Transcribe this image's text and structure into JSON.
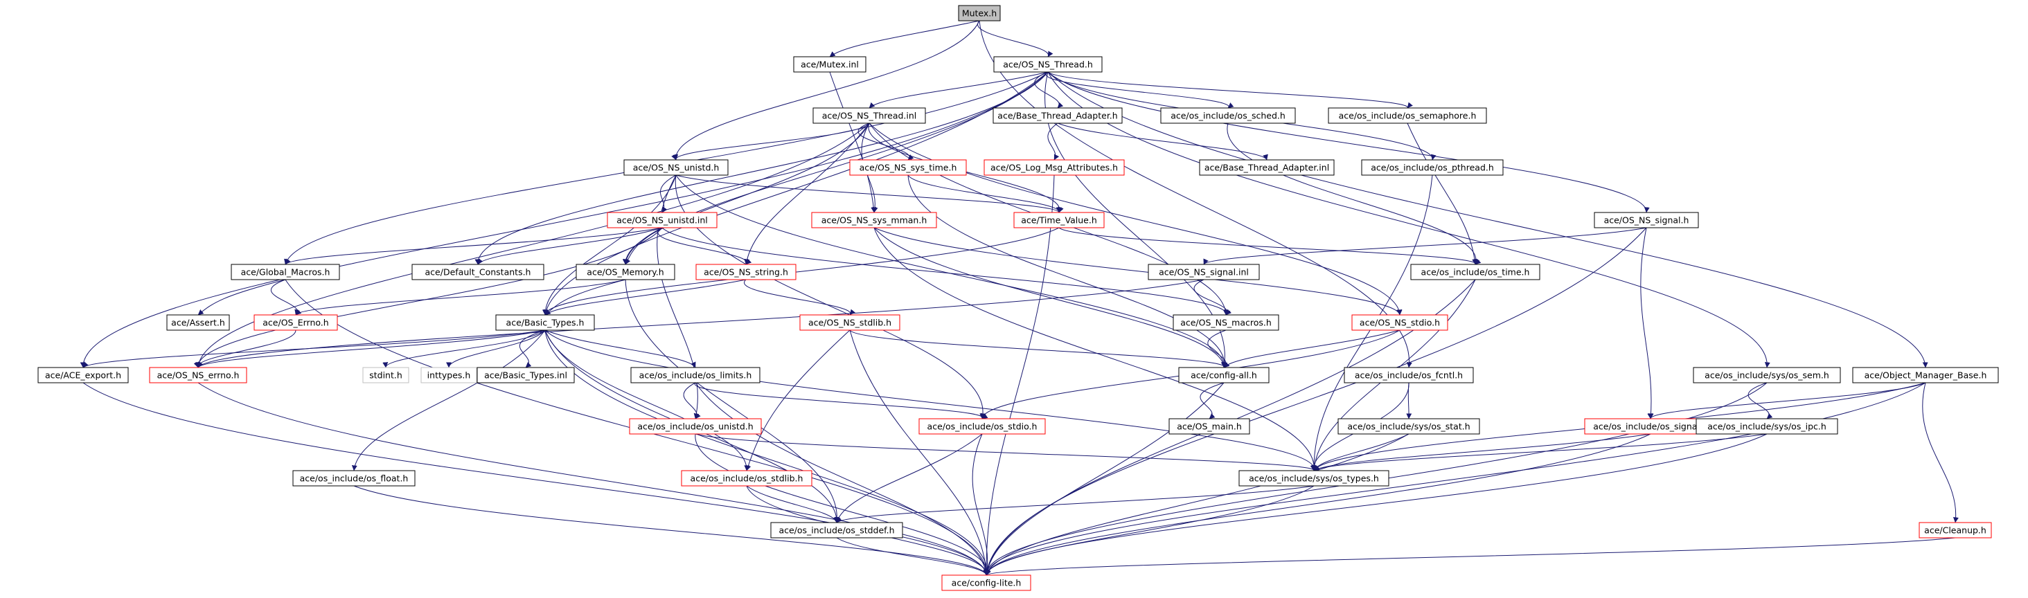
{
  "graph": {
    "nodes": [
      {
        "id": "mutex_h",
        "label": "Mutex.h",
        "style": "root"
      },
      {
        "id": "mutex_inl",
        "label": "ace/Mutex.inl",
        "style": "black"
      },
      {
        "id": "os_ns_thread_h",
        "label": "ace/OS_NS_Thread.h",
        "style": "black"
      },
      {
        "id": "os_ns_thread_inl",
        "label": "ace/OS_NS_Thread.inl",
        "style": "black"
      },
      {
        "id": "base_thread_adapter_h",
        "label": "ace/Base_Thread_Adapter.h",
        "style": "black"
      },
      {
        "id": "os_sched_h",
        "label": "ace/os_include/os_sched.h",
        "style": "black"
      },
      {
        "id": "os_semaphore_h",
        "label": "ace/os_include/os_semaphore.h",
        "style": "black"
      },
      {
        "id": "os_ns_unistd_h",
        "label": "ace/OS_NS_unistd.h",
        "style": "black"
      },
      {
        "id": "os_ns_sys_time_h",
        "label": "ace/OS_NS_sys_time.h",
        "style": "red"
      },
      {
        "id": "os_log_msg_attr_h",
        "label": "ace/OS_Log_Msg_Attributes.h",
        "style": "red"
      },
      {
        "id": "base_thread_adapter_inl",
        "label": "ace/Base_Thread_Adapter.inl",
        "style": "black"
      },
      {
        "id": "os_pthread_h",
        "label": "ace/os_include/os_pthread.h",
        "style": "black"
      },
      {
        "id": "os_ns_unistd_inl",
        "label": "ace/OS_NS_unistd.inl",
        "style": "red"
      },
      {
        "id": "os_ns_sys_mman_h",
        "label": "ace/OS_NS_sys_mman.h",
        "style": "red"
      },
      {
        "id": "time_value_h",
        "label": "ace/Time_Value.h",
        "style": "red"
      },
      {
        "id": "os_ns_signal_h",
        "label": "ace/OS_NS_signal.h",
        "style": "black"
      },
      {
        "id": "global_macros_h",
        "label": "ace/Global_Macros.h",
        "style": "black"
      },
      {
        "id": "default_constants_h",
        "label": "ace/Default_Constants.h",
        "style": "black"
      },
      {
        "id": "os_memory_h",
        "label": "ace/OS_Memory.h",
        "style": "black"
      },
      {
        "id": "os_ns_string_h",
        "label": "ace/OS_NS_string.h",
        "style": "red"
      },
      {
        "id": "os_ns_signal_inl",
        "label": "ace/OS_NS_signal.inl",
        "style": "black"
      },
      {
        "id": "os_time_h",
        "label": "ace/os_include/os_time.h",
        "style": "black"
      },
      {
        "id": "assert_h",
        "label": "ace/Assert.h",
        "style": "black"
      },
      {
        "id": "os_errno_h",
        "label": "ace/OS_Errno.h",
        "style": "red"
      },
      {
        "id": "basic_types_h",
        "label": "ace/Basic_Types.h",
        "style": "black"
      },
      {
        "id": "os_ns_stdlib_h",
        "label": "ace/OS_NS_stdlib.h",
        "style": "red"
      },
      {
        "id": "os_ns_macros_h",
        "label": "ace/OS_NS_macros.h",
        "style": "black"
      },
      {
        "id": "os_ns_stdio_h",
        "label": "ace/OS_NS_stdio.h",
        "style": "red"
      },
      {
        "id": "ace_export_h",
        "label": "ace/ACE_export.h",
        "style": "black"
      },
      {
        "id": "os_ns_errno_h",
        "label": "ace/OS_NS_errno.h",
        "style": "red"
      },
      {
        "id": "stdint_h",
        "label": "stdint.h",
        "style": "grey"
      },
      {
        "id": "inttypes_h",
        "label": "inttypes.h",
        "style": "grey"
      },
      {
        "id": "basic_types_inl",
        "label": "ace/Basic_Types.inl",
        "style": "black"
      },
      {
        "id": "os_limits_h",
        "label": "ace/os_include/os_limits.h",
        "style": "black"
      },
      {
        "id": "config_all_h",
        "label": "ace/config-all.h",
        "style": "black"
      },
      {
        "id": "os_fcntl_h",
        "label": "ace/os_include/os_fcntl.h",
        "style": "black"
      },
      {
        "id": "sys_os_sem_h",
        "label": "ace/os_include/sys/os_sem.h",
        "style": "black"
      },
      {
        "id": "object_manager_base_h",
        "label": "ace/Object_Manager_Base.h",
        "style": "black"
      },
      {
        "id": "os_unistd_h",
        "label": "ace/os_include/os_unistd.h",
        "style": "red"
      },
      {
        "id": "os_stdio_h",
        "label": "ace/os_include/os_stdio.h",
        "style": "red"
      },
      {
        "id": "os_main_h",
        "label": "ace/OS_main.h",
        "style": "black"
      },
      {
        "id": "sys_os_stat_h",
        "label": "ace/os_include/sys/os_stat.h",
        "style": "black"
      },
      {
        "id": "os_signal_h",
        "label": "ace/os_include/os_signal.h",
        "style": "red"
      },
      {
        "id": "sys_os_ipc_h",
        "label": "ace/os_include/sys/os_ipc.h",
        "style": "black"
      },
      {
        "id": "os_float_h",
        "label": "ace/os_include/os_float.h",
        "style": "black"
      },
      {
        "id": "os_stdlib_h",
        "label": "ace/os_include/os_stdlib.h",
        "style": "red"
      },
      {
        "id": "sys_os_types_h",
        "label": "ace/os_include/sys/os_types.h",
        "style": "black"
      },
      {
        "id": "os_stddef_h",
        "label": "ace/os_include/os_stddef.h",
        "style": "black"
      },
      {
        "id": "cleanup_h",
        "label": "ace/Cleanup.h",
        "style": "red"
      },
      {
        "id": "config_lite_h",
        "label": "ace/config-lite.h",
        "style": "red"
      }
    ],
    "edges": [
      [
        "mutex_h",
        "mutex_inl"
      ],
      [
        "mutex_h",
        "os_ns_thread_h"
      ],
      [
        "mutex_h",
        "os_ns_unistd_h"
      ],
      [
        "mutex_h",
        "os_fcntl_h"
      ],
      [
        "mutex_inl",
        "os_ns_sys_mman_h"
      ],
      [
        "os_ns_thread_h",
        "os_ns_thread_inl"
      ],
      [
        "os_ns_thread_h",
        "base_thread_adapter_h"
      ],
      [
        "os_ns_thread_h",
        "os_sched_h"
      ],
      [
        "os_ns_thread_h",
        "os_semaphore_h"
      ],
      [
        "os_ns_thread_h",
        "os_pthread_h"
      ],
      [
        "os_ns_thread_h",
        "os_ns_signal_h"
      ],
      [
        "os_ns_thread_h",
        "sys_os_sem_h"
      ],
      [
        "os_ns_thread_h",
        "object_manager_base_h"
      ],
      [
        "os_ns_thread_h",
        "global_macros_h"
      ],
      [
        "os_ns_thread_h",
        "default_constants_h"
      ],
      [
        "os_ns_thread_h",
        "basic_types_h"
      ],
      [
        "os_ns_thread_h",
        "ace_export_h"
      ],
      [
        "os_ns_thread_h",
        "config_all_h"
      ],
      [
        "os_ns_thread_h",
        "os_memory_h"
      ],
      [
        "os_ns_thread_inl",
        "os_ns_unistd_h"
      ],
      [
        "os_ns_thread_inl",
        "os_ns_sys_time_h"
      ],
      [
        "os_ns_thread_inl",
        "os_ns_sys_mman_h"
      ],
      [
        "os_ns_thread_inl",
        "time_value_h"
      ],
      [
        "os_ns_thread_inl",
        "os_ns_string_h"
      ],
      [
        "os_ns_thread_inl",
        "os_ns_errno_h"
      ],
      [
        "os_ns_thread_inl",
        "os_ns_stdio_h"
      ],
      [
        "os_ns_thread_inl",
        "os_ns_macros_h"
      ],
      [
        "os_ns_thread_inl",
        "os_memory_h"
      ],
      [
        "base_thread_adapter_h",
        "os_log_msg_attr_h"
      ],
      [
        "base_thread_adapter_h",
        "base_thread_adapter_inl"
      ],
      [
        "os_sched_h",
        "os_time_h"
      ],
      [
        "os_semaphore_h",
        "os_time_h"
      ],
      [
        "os_pthread_h",
        "sys_os_types_h"
      ],
      [
        "os_ns_unistd_h",
        "os_ns_unistd_inl"
      ],
      [
        "os_ns_unistd_h",
        "time_value_h"
      ],
      [
        "os_ns_unistd_h",
        "basic_types_h"
      ],
      [
        "os_ns_unistd_h",
        "os_unistd_h"
      ],
      [
        "os_ns_unistd_h",
        "os_stdio_h"
      ],
      [
        "os_ns_unistd_h",
        "config_all_h"
      ],
      [
        "os_ns_sys_time_h",
        "time_value_h"
      ],
      [
        "os_ns_sys_time_h",
        "config_all_h"
      ],
      [
        "os_log_msg_attr_h",
        "config_lite_h"
      ],
      [
        "os_ns_unistd_inl",
        "global_macros_h"
      ],
      [
        "os_ns_unistd_inl",
        "default_constants_h"
      ],
      [
        "os_ns_unistd_inl",
        "os_ns_string_h"
      ],
      [
        "os_ns_unistd_inl",
        "os_ns_errno_h"
      ],
      [
        "os_ns_unistd_inl",
        "os_ns_macros_h"
      ],
      [
        "os_ns_unistd_inl",
        "os_memory_h"
      ],
      [
        "os_ns_sys_mman_h",
        "os_ns_stdio_h"
      ],
      [
        "os_ns_sys_mman_h",
        "sys_os_types_h"
      ],
      [
        "os_ns_sys_mman_h",
        "config_all_h"
      ],
      [
        "time_value_h",
        "basic_types_h"
      ],
      [
        "time_value_h",
        "os_time_h"
      ],
      [
        "os_ns_signal_h",
        "os_ns_signal_inl"
      ],
      [
        "os_ns_signal_h",
        "os_signal_h"
      ],
      [
        "os_ns_signal_h",
        "config_lite_h"
      ],
      [
        "global_macros_h",
        "assert_h"
      ],
      [
        "global_macros_h",
        "os_errno_h"
      ],
      [
        "global_macros_h",
        "config_lite_h"
      ],
      [
        "os_memory_h",
        "basic_types_h"
      ],
      [
        "os_memory_h",
        "os_errno_h"
      ],
      [
        "os_memory_h",
        "os_stddef_h"
      ],
      [
        "os_ns_string_h",
        "basic_types_h"
      ],
      [
        "os_ns_string_h",
        "os_ns_stdlib_h"
      ],
      [
        "os_ns_signal_inl",
        "os_ns_macros_h"
      ],
      [
        "os_ns_signal_inl",
        "os_ns_errno_h"
      ],
      [
        "os_time_h",
        "sys_os_types_h"
      ],
      [
        "os_time_h",
        "config_lite_h"
      ],
      [
        "os_errno_h",
        "os_ns_errno_h"
      ],
      [
        "basic_types_h",
        "ace_export_h"
      ],
      [
        "basic_types_h",
        "os_ns_errno_h"
      ],
      [
        "basic_types_h",
        "stdint_h"
      ],
      [
        "basic_types_h",
        "inttypes_h"
      ],
      [
        "basic_types_h",
        "basic_types_inl"
      ],
      [
        "basic_types_h",
        "os_limits_h"
      ],
      [
        "basic_types_h",
        "os_float_h"
      ],
      [
        "basic_types_h",
        "os_stdlib_h"
      ],
      [
        "basic_types_h",
        "sys_os_types_h"
      ],
      [
        "basic_types_h",
        "os_stddef_h"
      ],
      [
        "basic_types_h",
        "config_lite_h"
      ],
      [
        "os_ns_stdlib_h",
        "config_all_h"
      ],
      [
        "os_ns_stdlib_h",
        "os_stdlib_h"
      ],
      [
        "os_ns_stdlib_h",
        "config_lite_h"
      ],
      [
        "os_ns_macros_h",
        "config_all_h"
      ],
      [
        "os_ns_stdio_h",
        "config_all_h"
      ],
      [
        "os_ns_stdio_h",
        "os_stdio_h"
      ],
      [
        "ace_export_h",
        "config_lite_h"
      ],
      [
        "os_ns_errno_h",
        "config_lite_h"
      ],
      [
        "os_limits_h",
        "os_unistd_h"
      ],
      [
        "os_limits_h",
        "os_stdio_h"
      ],
      [
        "os_limits_h",
        "config_lite_h"
      ],
      [
        "config_all_h",
        "os_main_h"
      ],
      [
        "config_all_h",
        "config_lite_h"
      ],
      [
        "os_fcntl_h",
        "sys_os_stat_h"
      ],
      [
        "os_fcntl_h",
        "sys_os_types_h"
      ],
      [
        "sys_os_sem_h",
        "sys_os_ipc_h"
      ],
      [
        "sys_os_sem_h",
        "config_lite_h"
      ],
      [
        "object_manager_base_h",
        "os_signal_h"
      ],
      [
        "object_manager_base_h",
        "sys_os_types_h"
      ],
      [
        "object_manager_base_h",
        "cleanup_h"
      ],
      [
        "object_manager_base_h",
        "config_lite_h"
      ],
      [
        "os_unistd_h",
        "sys_os_types_h"
      ],
      [
        "os_unistd_h",
        "config_lite_h"
      ],
      [
        "os_stdio_h",
        "os_stddef_h"
      ],
      [
        "os_stdio_h",
        "config_lite_h"
      ],
      [
        "sys_os_stat_h",
        "sys_os_types_h"
      ],
      [
        "sys_os_stat_h",
        "config_lite_h"
      ],
      [
        "os_signal_h",
        "sys_os_types_h"
      ],
      [
        "os_signal_h",
        "config_lite_h"
      ],
      [
        "sys_os_ipc_h",
        "sys_os_types_h"
      ],
      [
        "sys_os_ipc_h",
        "config_lite_h"
      ],
      [
        "os_float_h",
        "config_lite_h"
      ],
      [
        "os_stdlib_h",
        "os_stddef_h"
      ],
      [
        "os_stdlib_h",
        "config_lite_h"
      ],
      [
        "sys_os_types_h",
        "os_stddef_h"
      ],
      [
        "sys_os_types_h",
        "config_lite_h"
      ],
      [
        "os_stddef_h",
        "config_lite_h"
      ],
      [
        "cleanup_h",
        "config_lite_h"
      ]
    ]
  },
  "colors": {
    "edge": "#191970",
    "node_border_black": "#000000",
    "node_border_red": "#ff0000",
    "node_border_grey": "#bfbfbf",
    "root_fill": "#bfbfbf",
    "node_fill": "#ffffff",
    "text": "#000000"
  }
}
